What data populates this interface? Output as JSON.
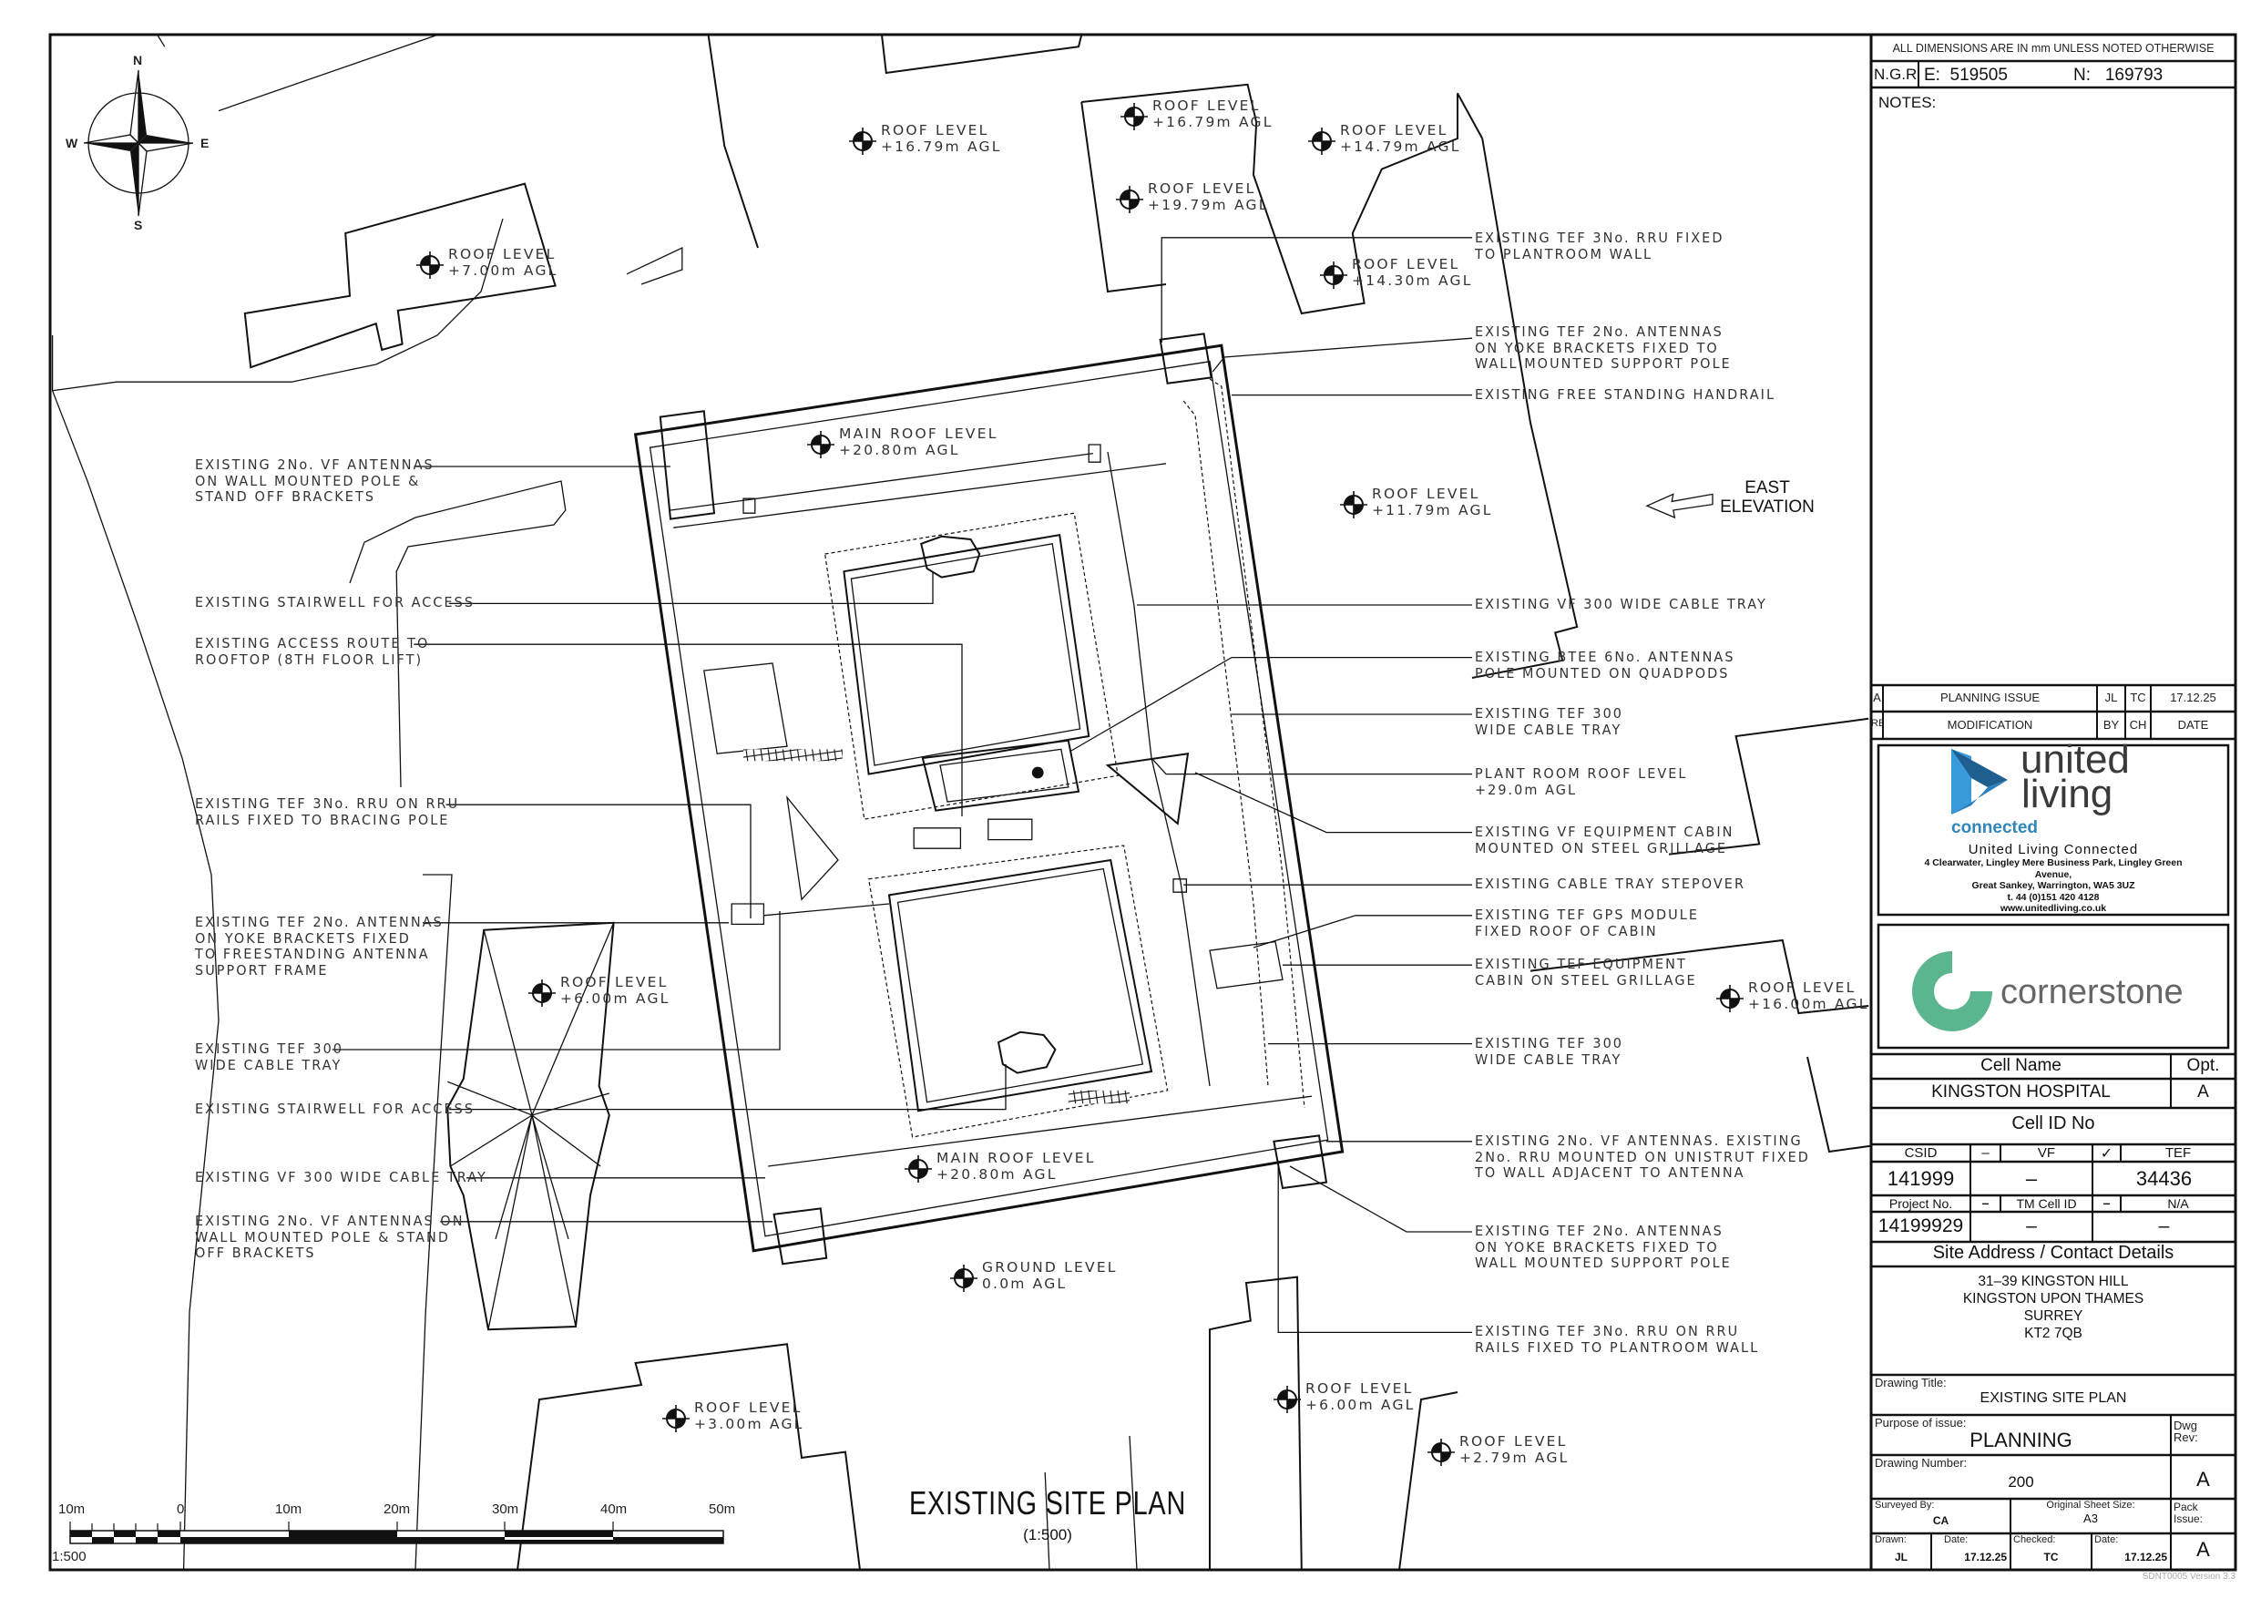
{
  "drawing": {
    "title": "EXISTING SITE PLAN",
    "scale": "(1:500)",
    "north_arrow": {
      "n": "N",
      "e": "E",
      "s": "S",
      "w": "W"
    },
    "scale_bar": {
      "labels": [
        "10m",
        "0",
        "10m",
        "20m",
        "30m",
        "40m",
        "50m"
      ],
      "ratio": "1:500"
    },
    "east_elevation": "EAST\nELEVATION",
    "levels": [
      "ROOF LEVEL\n+16.79m AGL",
      "ROOF LEVEL\n+16.79m AGL",
      "ROOF LEVEL\n+14.79m AGL",
      "ROOF LEVEL\n+19.79m AGL",
      "ROOF LEVEL\n+14.30m AGL",
      "ROOF LEVEL\n+7.00m AGL",
      "MAIN ROOF LEVEL\n+20.80m AGL",
      "ROOF LEVEL\n+11.79m AGL",
      "ROOF LEVEL\n+6.00m AGL",
      "ROOF LEVEL\n+16.00m AGL",
      "MAIN ROOF LEVEL\n+20.80m AGL",
      "GROUND LEVEL\n0.0m AGL",
      "ROOF LEVEL\n+6.00m AGL",
      "ROOF LEVEL\n+3.00m AGL",
      "ROOF LEVEL\n+2.79m AGL"
    ],
    "callouts_left": [
      "EXISTING 2No. VF ANTENNAS\nON WALL MOUNTED POLE &\nSTAND OFF BRACKETS",
      "EXISTING STAIRWELL FOR ACCESS",
      "EXISTING ACCESS ROUTE TO\nROOFTOP (8TH FLOOR LIFT)",
      "EXISTING TEF 3No. RRU ON RRU\nRAILS FIXED TO BRACING POLE",
      "EXISTING TEF 2No. ANTENNAS\nON YOKE BRACKETS FIXED\nTO FREESTANDING ANTENNA\nSUPPORT FRAME",
      "EXISTING TEF 300\nWIDE CABLE TRAY",
      "EXISTING STAIRWELL FOR ACCESS",
      "EXISTING VF 300 WIDE CABLE TRAY",
      "EXISTING 2No. VF ANTENNAS ON\nWALL MOUNTED POLE & STAND\nOFF BRACKETS"
    ],
    "callouts_right": [
      "EXISTING TEF 3No. RRU FIXED\nTO PLANTROOM WALL",
      "EXISTING TEF 2No. ANTENNAS\nON YOKE BRACKETS FIXED TO\nWALL MOUNTED SUPPORT POLE",
      "EXISTING FREE STANDING HANDRAIL",
      "EXISTING VF 300 WIDE CABLE TRAY",
      "EXISTING BTEE 6No. ANTENNAS\nPOLE MOUNTED ON QUADPODS",
      "EXISTING TEF 300\nWIDE CABLE TRAY",
      "PLANT ROOM ROOF LEVEL\n+29.0m AGL",
      "EXISTING VF EQUIPMENT CABIN\nMOUNTED ON STEEL GRILLAGE",
      "EXISTING CABLE TRAY STEPOVER",
      "EXISTING TEF GPS MODULE\nFIXED ROOF OF CABIN",
      "EXISTING TEF EQUIPMENT\nCABIN ON STEEL GRILLAGE",
      "EXISTING TEF 300\nWIDE CABLE TRAY",
      "EXISTING 2No. VF ANTENNAS. EXISTING\n2No. RRU MOUNTED ON UNISTRUT FIXED\nTO WALL ADJACENT TO ANTENNA",
      "EXISTING TEF 2No. ANTENNAS\nON YOKE BRACKETS FIXED TO\nWALL MOUNTED SUPPORT POLE",
      "EXISTING TEF 3No. RRU ON RRU\nRAILS FIXED TO PLANTROOM WALL"
    ]
  },
  "title_block": {
    "dimensions_note": "ALL DIMENSIONS ARE IN mm UNLESS NOTED OTHERWISE",
    "ngr_label": "N.G.R",
    "easting": "E:  519505",
    "northing": "N:   169793",
    "notes_label": "NOTES:",
    "revision": {
      "rev": "A",
      "modification": "PLANNING ISSUE",
      "by": "JL",
      "ch": "TC",
      "date": "17.12.25"
    },
    "revision_headers": {
      "rev": "REV",
      "modification": "MODIFICATION",
      "by": "BY",
      "ch": "CH",
      "date": "DATE"
    },
    "united_living": {
      "logo_line1": "united",
      "logo_line2": "living",
      "logo_sub": "connected",
      "company": "United Living Connected",
      "address": "4 Clearwater, Lingley Mere Business Park, Lingley Green\nAvenue,\nGreat Sankey, Warrington, WA5 3UZ\nt. 44 (0)151 420 4128\nwww.unitedliving.co.uk",
      "colors": {
        "blue": "#3a9ad9",
        "dark_blue": "#1f5f8f",
        "text": "#3a3a3a",
        "connected": "#2f86b8"
      }
    },
    "cornerstone": {
      "logo_text": "cornerstone",
      "color": "#5bb58e"
    },
    "cell_name_label": "Cell Name",
    "opt_label": "Opt.",
    "cell_name": "KINGSTON HOSPITAL",
    "opt": "A",
    "cell_id_label": "Cell ID No",
    "csid_label": "CSID",
    "vf_mark": "–",
    "vf_label": "VF",
    "tef_mark": "✓",
    "tef_label": "TEF",
    "csid": "141999",
    "vf_value": "–",
    "tef_value": "34436",
    "project_no_label": "Project No.",
    "tm_mark": "–",
    "tm_label": "TM Cell ID",
    "na_mark": "–",
    "na_label": "N/A",
    "project_no": "14199929",
    "tm_value": "–",
    "na_value": "–",
    "site_address_label": "Site Address / Contact Details",
    "site_address": "31–39 KINGSTON HILL\nKINGSTON UPON THAMES\nSURREY\nKT2 7QB",
    "drawing_title_label": "Drawing Title:",
    "drawing_title": "EXISTING SITE PLAN",
    "purpose_label": "Purpose of issue:",
    "purpose": "PLANNING",
    "dwg_rev_label": "Dwg\nRev:",
    "drawing_number_label": "Drawing Number:",
    "drawing_number": "200",
    "dwg_rev": "A",
    "surveyed_by_label": "Surveyed By:",
    "surveyed_by": "CA",
    "sheet_size_label": "Original Sheet Size:",
    "sheet_size": "A3",
    "pack_issue_label": "Pack\nIssue:",
    "drawn_label": "Drawn:",
    "drawn": "JL",
    "drawn_date_label": "Date:",
    "drawn_date": "17.12.25",
    "checked_label": "Checked:",
    "checked": "TC",
    "checked_date_label": "Date:",
    "checked_date": "17.12.25",
    "pack_issue": "A",
    "template_version": "SDNT0005 Version 3.3"
  }
}
